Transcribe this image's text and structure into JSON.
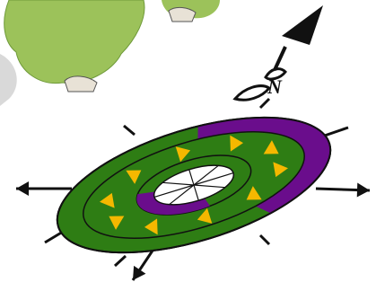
{
  "north_label": "N",
  "colors": {
    "ring_green": "#2e7d14",
    "ring_purple": "#6a0d8c",
    "triangle_yellow": "#f5b800",
    "outline": "#111111",
    "foliage": "#9cc25a",
    "foliage_dark": "#6f9a3a",
    "gravel": "#d9d9d9",
    "rock": "#e8e2d6",
    "center": "#ffffff"
  },
  "icons": {
    "north_arrow": "north-arrow-icon",
    "direction_arrows": "direction-arrow-icon",
    "flow_triangles": "flow-triangle-icon"
  },
  "diagram": {
    "triangle_count": 10,
    "spoke_count": 8,
    "purple_arc_fraction": 0.4
  }
}
